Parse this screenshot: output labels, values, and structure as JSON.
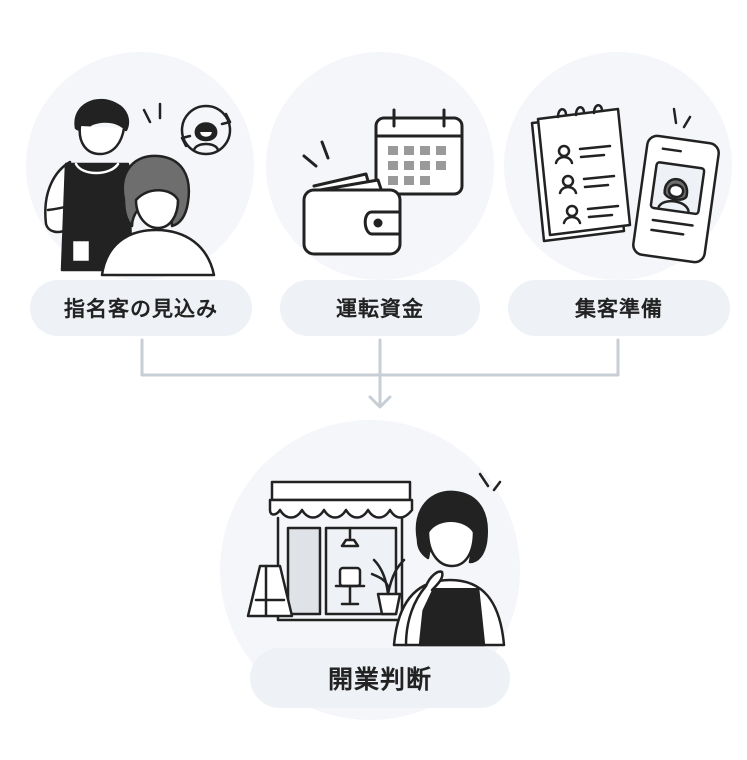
{
  "nodes": [
    {
      "id": "designated-customers",
      "label": "指名客の見込み",
      "icon": "stylist-cutting-hair-icon"
    },
    {
      "id": "working-capital",
      "label": "運転資金",
      "icon": "wallet-calendar-icon"
    },
    {
      "id": "customer-acquisition",
      "label": "集客準備",
      "icon": "customer-list-phone-icon"
    }
  ],
  "result": {
    "id": "opening-decision",
    "label": "開業判断",
    "icon": "salon-shop-thinking-woman-icon"
  },
  "colors": {
    "circle_bg": "#f4f6f9",
    "label_bg": "#eef1f5",
    "connector": "#c8ced6",
    "ink": "#222222"
  }
}
